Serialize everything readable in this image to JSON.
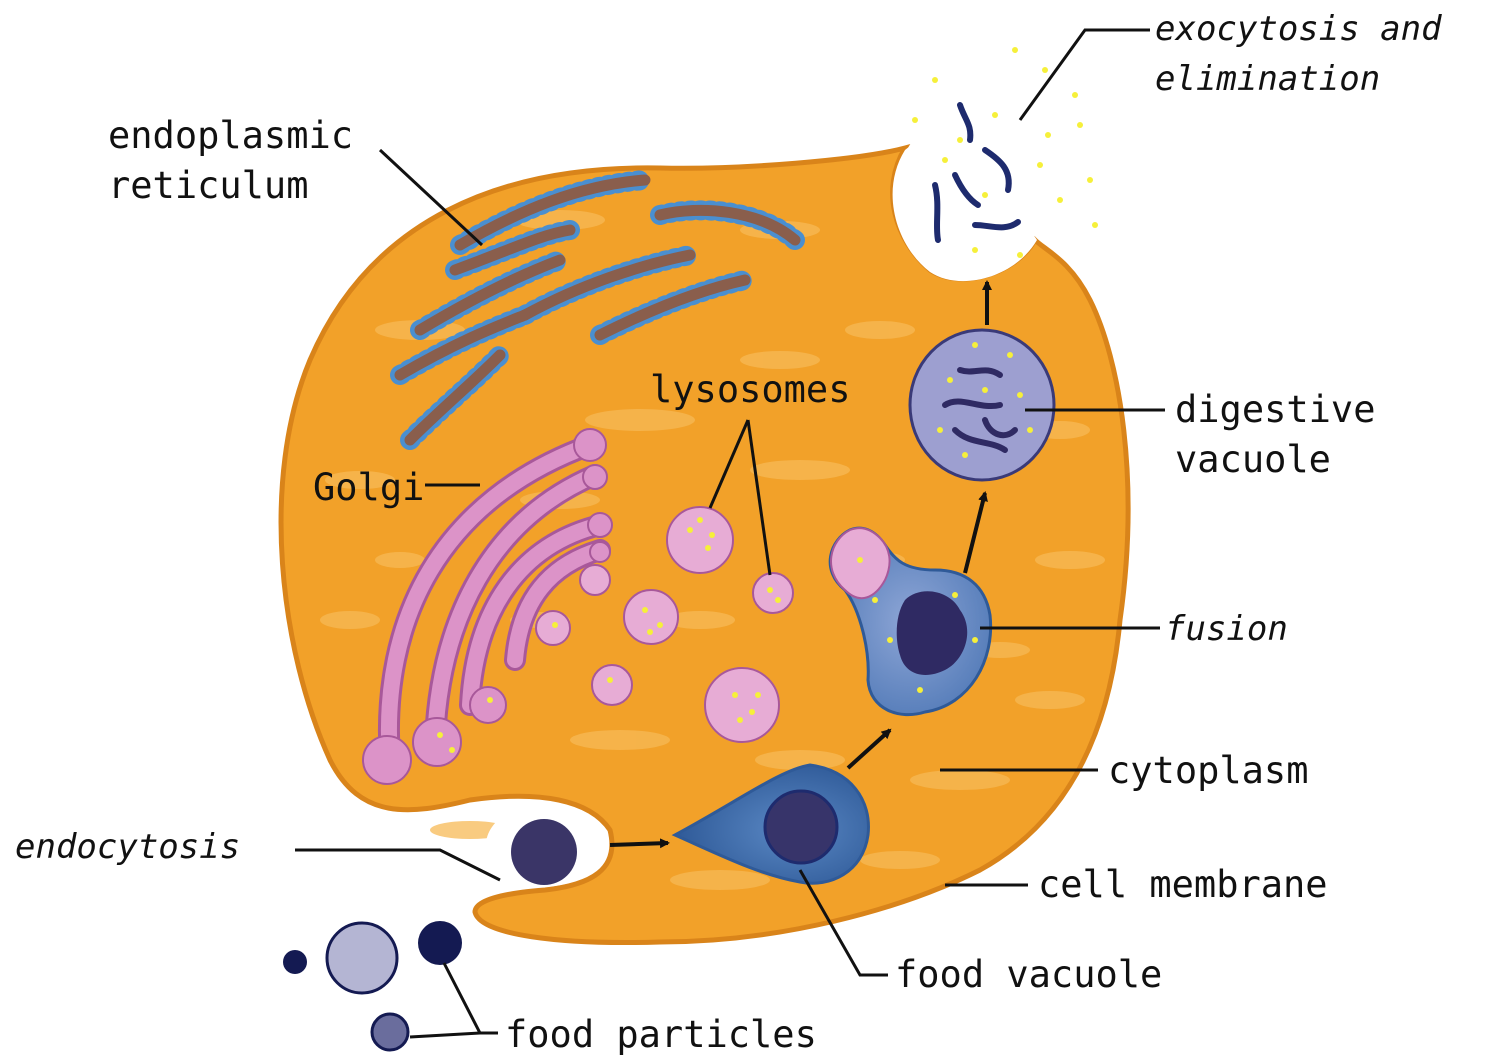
{
  "labels": {
    "endoplasmic_reticulum": [
      "endoplasmic",
      "reticulum"
    ],
    "golgi": "Golgi",
    "lysosomes": "lysosomes",
    "exocytosis": [
      "exocytosis and",
      "elimination"
    ],
    "digestive_vacuole": [
      "digestive",
      "vacuole"
    ],
    "fusion": "fusion",
    "cytoplasm": "cytoplasm",
    "endocytosis": "endocytosis",
    "cell_membrane": "cell membrane",
    "food_vacuole": "food vacuole",
    "food_particles": "food particles"
  },
  "colors": {
    "cytoplasm": "#f2a129",
    "cytoplasm_texture": "#f7b955",
    "membrane": "#d9841a",
    "er_body": "#8a5e4c",
    "er_ribosome": "#4a8fd0",
    "golgi": "#dc93c8",
    "golgi_edge": "#a8589a",
    "lysosome": "#e7acd5",
    "speck": "#f6f03a",
    "vacuole_dark": "#2f2a63",
    "vacuole_blue": "#3e6fae",
    "digestive_vacuole": "#9d9fd0",
    "food_particle_light": "#b4b5d3",
    "food_particle_dark": "#141a52"
  }
}
